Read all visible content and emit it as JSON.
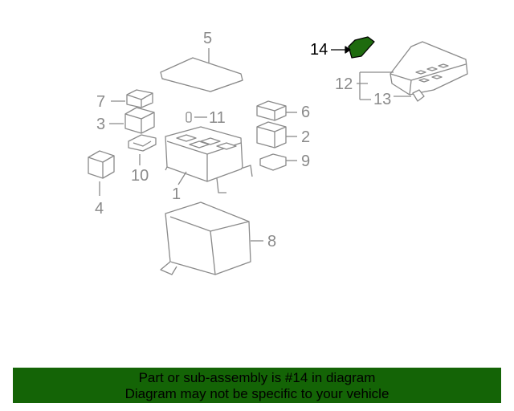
{
  "diagram": {
    "highlight_color": "#1e6b0e",
    "callouts": [
      {
        "id": "5",
        "label": "5"
      },
      {
        "id": "7",
        "label": "7"
      },
      {
        "id": "3",
        "label": "3"
      },
      {
        "id": "11",
        "label": "11"
      },
      {
        "id": "6",
        "label": "6"
      },
      {
        "id": "2",
        "label": "2"
      },
      {
        "id": "9",
        "label": "9"
      },
      {
        "id": "10",
        "label": "10"
      },
      {
        "id": "1",
        "label": "1"
      },
      {
        "id": "4",
        "label": "4"
      },
      {
        "id": "8",
        "label": "8"
      },
      {
        "id": "12",
        "label": "12"
      },
      {
        "id": "13",
        "label": "13"
      },
      {
        "id": "14",
        "label": "14"
      }
    ]
  },
  "banner": {
    "line1": "Part or sub-assembly is #14 in diagram",
    "line2": "Diagram may not be specific to your vehicle",
    "background": "#146406"
  }
}
